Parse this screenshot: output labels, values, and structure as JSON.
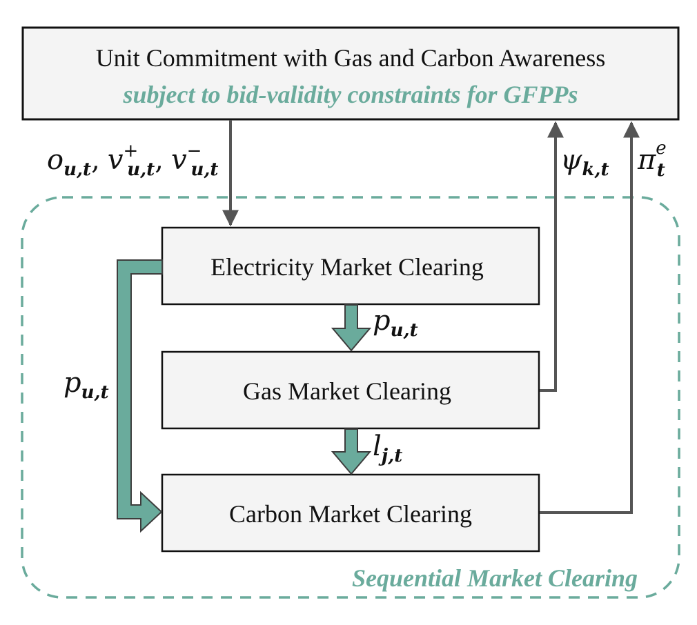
{
  "top_box": {
    "title": "Unit Commitment with Gas and Carbon Awareness",
    "subtitle": "subject to bid-validity constraints for GFPPs"
  },
  "region": {
    "label": "Sequential Market Clearing"
  },
  "boxes": {
    "electricity": "Electricity Market Clearing",
    "gas": "Gas Market Clearing",
    "carbon": "Carbon Market Clearing"
  },
  "labels": {
    "decisions": {
      "o": "o",
      "o_sub": "u,t",
      "v": "v",
      "v_plus_sup": "+",
      "v_plus_sub": "u,t",
      "v_minus_sup": "−",
      "v_minus_sub": "u,t",
      "comma": ","
    },
    "psi": {
      "sym": "ψ",
      "sub": "k,t"
    },
    "pi": {
      "sym": "π",
      "sup": "e",
      "sub": "t"
    },
    "p_mid": {
      "sym": "p",
      "sub": "u,t"
    },
    "p_left": {
      "sym": "p",
      "sub": "u,t"
    },
    "l": {
      "sym": "l",
      "sub": "j,t"
    }
  },
  "colors": {
    "accent": "#6aab9c",
    "accent_dark": "#3d3d3d",
    "box_fill": "#f4f4f4",
    "arrow_gray": "#555555"
  }
}
